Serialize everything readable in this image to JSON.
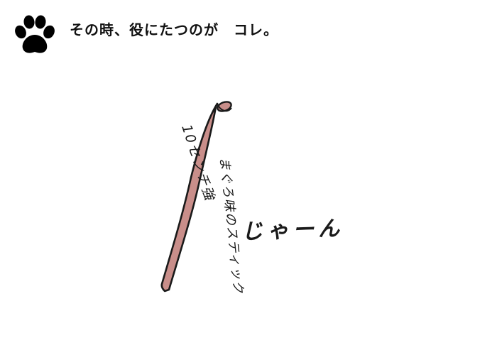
{
  "header": {
    "icon": "paw-print-icon",
    "caption": "その時、役にたつのが　コレ。"
  },
  "illustration": {
    "stick_color": "#c98e8a",
    "outline_color": "#1a1a1a",
    "length_note": "10センチ強",
    "stick_note": "まぐろ味のスティック",
    "sound_effect": "じゃーん"
  }
}
